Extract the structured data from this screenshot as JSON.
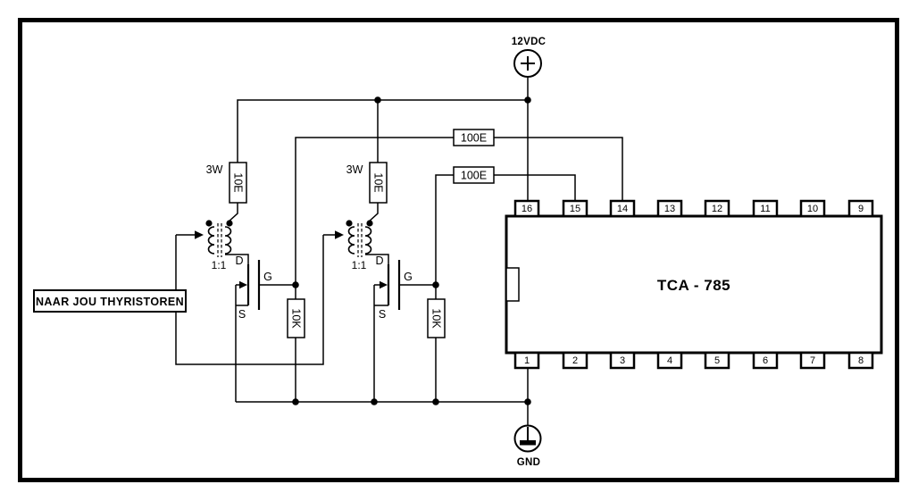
{
  "colors": {
    "ink": "#000000",
    "background": "#ffffff"
  },
  "supply": {
    "label": "12VDC"
  },
  "ground": {
    "label": "GND"
  },
  "output_box": {
    "label": "NAAR JOU THYRISTOREN"
  },
  "ic": {
    "name": "TCA - 785",
    "pins_top": [
      "16",
      "15",
      "14",
      "13",
      "12",
      "11",
      "10",
      "9"
    ],
    "pins_bottom": [
      "1",
      "2",
      "3",
      "4",
      "5",
      "6",
      "7",
      "8"
    ]
  },
  "channel1": {
    "power_rating": "3W",
    "series_resistor": "10E",
    "transformer_ratio": "1:1",
    "gate_series_resistor": "100E",
    "gate_pulldown_resistor": "10K",
    "drain": "D",
    "gate": "G",
    "source": "S"
  },
  "channel2": {
    "power_rating": "3W",
    "series_resistor": "10E",
    "transformer_ratio": "1:1",
    "gate_series_resistor": "100E",
    "gate_pulldown_resistor": "10K",
    "drain": "D",
    "gate": "G",
    "source": "S"
  }
}
